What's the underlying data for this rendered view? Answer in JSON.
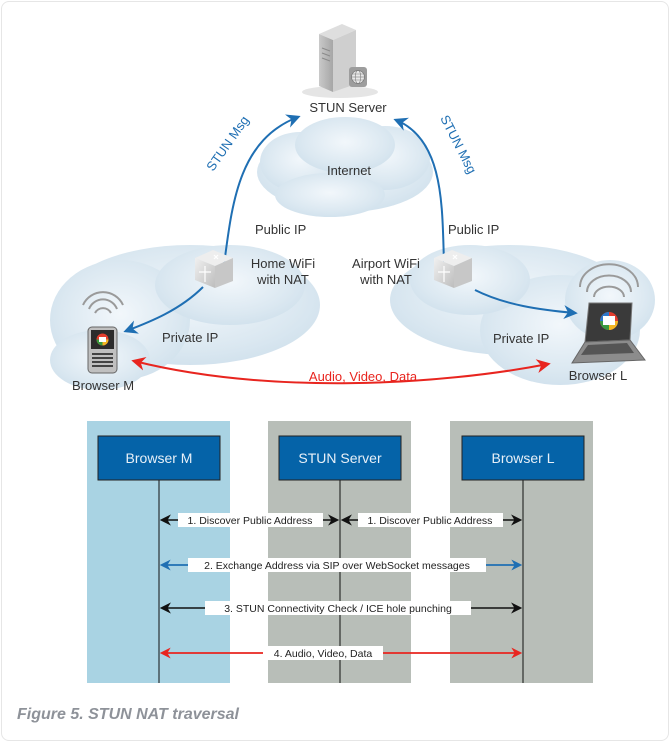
{
  "top_diagram": {
    "server_label": "STUN Server",
    "internet_label": "Internet",
    "stun_msg_left": "STUN Msg",
    "stun_msg_right": "STUN Msg",
    "public_ip_left": "Public IP",
    "public_ip_right": "Public IP",
    "nat_left_line1": "Home WiFi",
    "nat_left_line2": "with NAT",
    "nat_right_line1": "Airport WiFi",
    "nat_right_line2": "with NAT",
    "private_ip_left": "Private IP",
    "private_ip_right": "Private IP",
    "media_label": "Audio, Video, Data",
    "browser_m_label": "Browser M",
    "browser_l_label": "Browser L"
  },
  "sequence": {
    "participants": [
      "Browser M",
      "STUN Server",
      "Browser L"
    ],
    "messages": [
      {
        "label": "1. Discover Public Address",
        "from": "Browser M",
        "to": "STUN Server",
        "color": "#000000"
      },
      {
        "label": "1. Discover Public Address",
        "from": "STUN Server",
        "to": "Browser L",
        "color": "#000000"
      },
      {
        "label": "2. Exchange Address via SIP over WebSocket messages",
        "from": "Browser M",
        "to": "Browser L",
        "color": "#1f6fb3"
      },
      {
        "label": "3. STUN Connectivity Check / ICE hole punching",
        "from": "Browser M",
        "to": "Browser L",
        "color": "#000000"
      },
      {
        "label": "4. Audio, Video, Data",
        "from": "Browser M",
        "to": "Browser L",
        "color": "#e8251f"
      }
    ]
  },
  "colors": {
    "blue_arrow": "#1f6fb3",
    "red_arrow": "#e8251f",
    "participant_box": "#0563a8",
    "lane_left": "#a9d3e3",
    "lane_gray": "#b8beb8",
    "caption": "#8e9299"
  },
  "caption": "Figure 5. STUN NAT traversal"
}
